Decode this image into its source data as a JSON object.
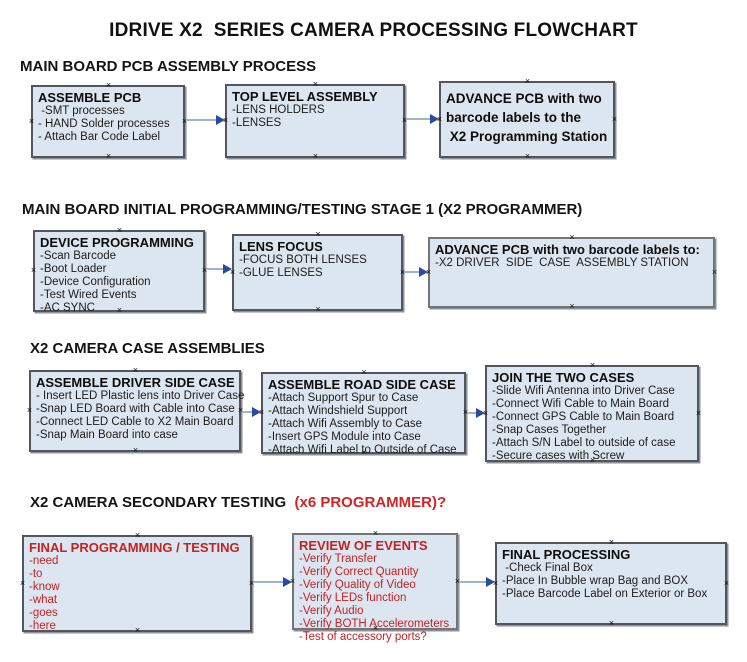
{
  "title": "IDRIVE X2  SERIES CAMERA PROCESSING FLOWCHART",
  "colors": {
    "box_fill": "#dce6f1",
    "box_border": "#53565c",
    "red_text": "#c52222",
    "heading_red": "#d32424",
    "arrow_line": "#9db3cf",
    "arrow_head": "#2b4a9b"
  },
  "sections": [
    {
      "heading": "MAIN BOARD PCB ASSEMBLY PROCESS",
      "boxes": [
        {
          "title": "ASSEMBLE PCB",
          "items": [
            " -SMT processes",
            "- HAND Solder processes",
            "- Attach Bar Code Label"
          ]
        },
        {
          "title": "TOP LEVEL ASSEMBLY",
          "items": [
            "-LENS HOLDERS",
            "-LENSES"
          ]
        },
        {
          "title": "",
          "lines": [
            "ADVANCE PCB with two",
            "barcode labels to the",
            " X2 Programming Station"
          ]
        }
      ]
    },
    {
      "heading": "MAIN BOARD INITIAL PROGRAMMING/TESTING STAGE 1 (X2 PROGRAMMER)",
      "boxes": [
        {
          "title": "DEVICE PROGRAMMING",
          "items": [
            "-Scan Barcode",
            "-Boot Loader",
            "-Device Configuration",
            "-Test Wired Events",
            "-AC SYNC"
          ]
        },
        {
          "title": "LENS FOCUS",
          "items": [
            "-FOCUS BOTH LENSES",
            "-GLUE LENSES"
          ]
        },
        {
          "title": "ADVANCE PCB with two barcode labels to:",
          "items": [
            "-X2 DRIVER  SIDE  CASE  ASSEMBLY STATION"
          ]
        }
      ]
    },
    {
      "heading": "X2 CAMERA CASE ASSEMBLIES",
      "boxes": [
        {
          "title": "ASSEMBLE DRIVER SIDE CASE",
          "items": [
            "- Insert LED Plastic lens into Driver Case",
            "-Snap LED Board with Cable into Case",
            "-Connect LED Cable to X2 Main Board",
            "-Snap Main Board into case"
          ]
        },
        {
          "title": "ASSEMBLE ROAD SIDE CASE",
          "items": [
            "-Attach Support Spur to Case",
            "-Attach Windshield Support",
            "-Attach Wifi Assembly to Case",
            "-Insert GPS Module into Case",
            "-Attach Wifi Label to Outside of Case"
          ]
        },
        {
          "title": "JOIN THE TWO CASES",
          "items": [
            "-Slide Wifi Antenna into Driver Case",
            "-Connect Wifi Cable to Main Board",
            "-Connect GPS Cable to Main Board",
            "-Snap Cases Together",
            "-Attach S/N Label to outside of case",
            "-Secure cases with Screw"
          ]
        }
      ]
    },
    {
      "heading": "X2 CAMERA SECONDARY TESTING  ",
      "heading_red": "(x6 PROGRAMMER)?",
      "boxes": [
        {
          "title": "FINAL PROGRAMMING / TESTING",
          "items": [
            "-need",
            "-to",
            "-know",
            "-what",
            "-goes",
            "-here"
          ]
        },
        {
          "title": "REVIEW OF EVENTS",
          "items": [
            "-Verify Transfer",
            "-Verify Correct Quantity",
            "-Verify Quality of Video",
            "-Verify LEDs function",
            "-Verify Audio",
            "-Verify BOTH Accelerometers",
            "-Test of accessory ports?"
          ]
        },
        {
          "title": "FINAL PROCESSING",
          "items": [
            " -Check Final Box",
            "-Place In Bubble wrap Bag and BOX",
            "-Place Barcode Label on Exterior or Box"
          ]
        }
      ]
    }
  ],
  "connectors": [
    {
      "from": "ASSEMBLE PCB",
      "to": "TOP LEVEL ASSEMBLY"
    },
    {
      "from": "TOP LEVEL ASSEMBLY",
      "to": "ADVANCE PCB with two barcode labels to the X2 Programming Station"
    },
    {
      "from": "DEVICE PROGRAMMING",
      "to": "LENS FOCUS"
    },
    {
      "from": "LENS FOCUS",
      "to": "ADVANCE PCB with two barcode labels to: X2 DRIVER SIDE CASE ASSEMBLY STATION"
    },
    {
      "from": "ASSEMBLE DRIVER SIDE CASE",
      "to": "ASSEMBLE ROAD SIDE CASE"
    },
    {
      "from": "ASSEMBLE ROAD SIDE CASE",
      "to": "JOIN THE TWO CASES"
    },
    {
      "from": "FINAL PROGRAMMING / TESTING",
      "to": "REVIEW OF EVENTS"
    },
    {
      "from": "REVIEW OF EVENTS",
      "to": "FINAL PROCESSING"
    }
  ],
  "anchor_glyph": "×"
}
